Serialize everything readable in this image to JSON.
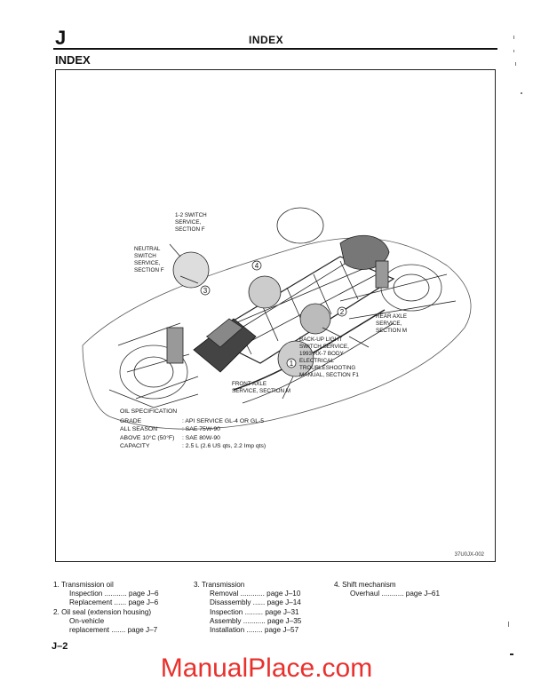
{
  "header": {
    "section_letter": "J",
    "title": "INDEX"
  },
  "page_title": "INDEX",
  "figure": {
    "callouts": {
      "switch_12": "1-2 SWITCH\nSERVICE,\nSECTION F",
      "neutral": "NEUTRAL\nSWITCH\nSERVICE,\nSECTION F",
      "rear_axle": "REAR AXLE\nSERVICE,\nSECTION M",
      "backup_light": "BACK-UP LIGHT\nSWITCH SERVICE,\n1993 RX-7 BODY\nELECTRICAL\nTROUBLESHOOTING\nMANUAL, SECTION F1",
      "front_axle": "FRONT AXLE\nSERVICE, SECTION M"
    },
    "markers": [
      "1",
      "2",
      "3",
      "4"
    ],
    "code": "37U0JX-002"
  },
  "oil_spec": {
    "title": "OIL SPECIFICATION",
    "rows": [
      {
        "key": "GRADE",
        "value": ": API SERVICE GL-4 OR GL-5"
      },
      {
        "key": "ALL SEASON",
        "value": ": SAE 75W-90"
      },
      {
        "key": "ABOVE 10°C (50°F)",
        "value": ": SAE 80W-90"
      },
      {
        "key": "CAPACITY",
        "value": ": 2.5 L (2.6 US qts, 2.2 Imp qts)"
      }
    ]
  },
  "index": {
    "col1": [
      {
        "text": "1. Transmission oil",
        "level": 0
      },
      {
        "text": "Inspection ........... page J–6",
        "level": 1
      },
      {
        "text": "Replacement ...... page J–6",
        "level": 1
      },
      {
        "text": "2. Oil seal (extension housing)",
        "level": 0
      },
      {
        "text": "On-vehicle",
        "level": 1
      },
      {
        "text": "replacement ....... page J–7",
        "level": 1
      }
    ],
    "col2": [
      {
        "text": "3. Transmission",
        "level": 0
      },
      {
        "text": "Removal ............ page J–10",
        "level": 1
      },
      {
        "text": "Disassembly ...... page J–14",
        "level": 1
      },
      {
        "text": "Inspection ......... page J–31",
        "level": 1
      },
      {
        "text": "Assembly ........... page J–35",
        "level": 1
      },
      {
        "text": "Installation ........ page J–57",
        "level": 1
      }
    ],
    "col3": [
      {
        "text": "4. Shift mechanism",
        "level": 0
      },
      {
        "text": "Overhaul ........... page J–61",
        "level": 1
      }
    ]
  },
  "page_number": "J–2",
  "watermark": "ManualPlace.com"
}
